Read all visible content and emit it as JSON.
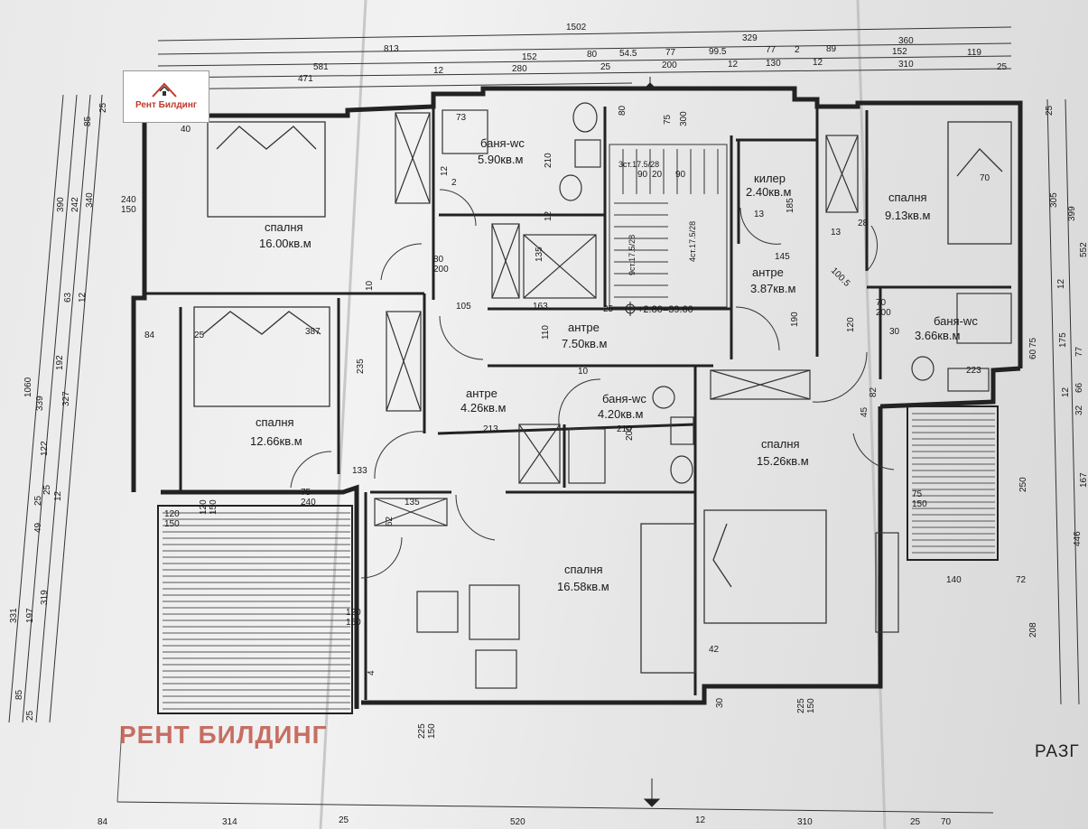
{
  "brand": {
    "logo_text": "Рент Билдинг",
    "watermark": "РЕНТ БИЛДИНГ"
  },
  "edge_label": "РАЗГ",
  "rooms": [
    {
      "id": "bath1",
      "name": "баня-wc",
      "area": "5.90кв.м"
    },
    {
      "id": "bed1",
      "name": "спалня",
      "area": "16.00кв.м"
    },
    {
      "id": "bed2",
      "name": "спалня",
      "area": "12.66кв.м"
    },
    {
      "id": "hall1",
      "name": "антре",
      "area": "7.50кв.м"
    },
    {
      "id": "hall2",
      "name": "антре",
      "area": "4.26кв.м"
    },
    {
      "id": "bath2",
      "name": "баня-wc",
      "area": "4.20кв.м"
    },
    {
      "id": "bed3",
      "name": "спалня",
      "area": "16.58кв.м"
    },
    {
      "id": "bed4",
      "name": "спалня",
      "area": "15.26кв.м"
    },
    {
      "id": "pantry",
      "name": "килер",
      "area": "2.40кв.м"
    },
    {
      "id": "hall3",
      "name": "антре",
      "area": "3.87кв.м"
    },
    {
      "id": "bed5",
      "name": "спалня",
      "area": "9.13кв.м"
    },
    {
      "id": "bath3",
      "name": "баня-wc",
      "area": "3.66кв.м"
    }
  ],
  "level_mark": "+2.80=39.60",
  "stair_labels": [
    "3ст.17.5/28",
    "9ст.17.5/28",
    "4ст.17.5/28"
  ],
  "dimensions": {
    "top_row1": [
      "1502"
    ],
    "top_row2": [
      "813",
      "329",
      "360"
    ],
    "top_row3": [
      "152",
      "80",
      "54.5",
      "77",
      "99.5",
      "77",
      "2",
      "89",
      "152",
      "119"
    ],
    "top_row4": [
      "581",
      "280",
      "25",
      "200",
      "12",
      "130",
      "12",
      "310",
      "25"
    ],
    "top_row5": [
      "471",
      "12"
    ],
    "bottom": [
      "84",
      "314",
      "25",
      "520",
      "12",
      "310",
      "25",
      "70"
    ],
    "left_outer": [
      "1060",
      "331"
    ],
    "left_mid": [
      "390",
      "339",
      "197",
      "85",
      "25"
    ],
    "left_inner": [
      "242",
      "192",
      "122",
      "49",
      "25"
    ],
    "left_inner2": [
      "340",
      "63",
      "327",
      "319"
    ],
    "left_ticks": [
      "85",
      "25",
      "12",
      "12",
      "25"
    ],
    "right": [
      "305",
      "399",
      "552",
      "12",
      "175",
      "77",
      "66",
      "32",
      "167",
      "446",
      "208",
      "250",
      "12",
      "25"
    ],
    "doors": [
      "80\n200",
      "75\n240",
      "120\n150",
      "70\n200"
    ]
  },
  "annotations": [
    "73",
    "210",
    "12",
    "80",
    "75",
    "300",
    "90",
    "20",
    "90",
    "135",
    "163",
    "105",
    "110",
    "12",
    "25",
    "240\n150",
    "84",
    "25",
    "387",
    "235",
    "10",
    "213",
    "133",
    "135",
    "62",
    "4",
    "42",
    "30",
    "225\n150",
    "225\n150",
    "140",
    "72",
    "100.5",
    "185",
    "13",
    "145",
    "190",
    "120",
    "28",
    "13",
    "223",
    "30",
    "60",
    "75",
    "82",
    "45",
    "40",
    "2",
    "120\n150",
    "120\n150",
    "75\n150",
    "70",
    "10",
    "200",
    "210"
  ]
}
